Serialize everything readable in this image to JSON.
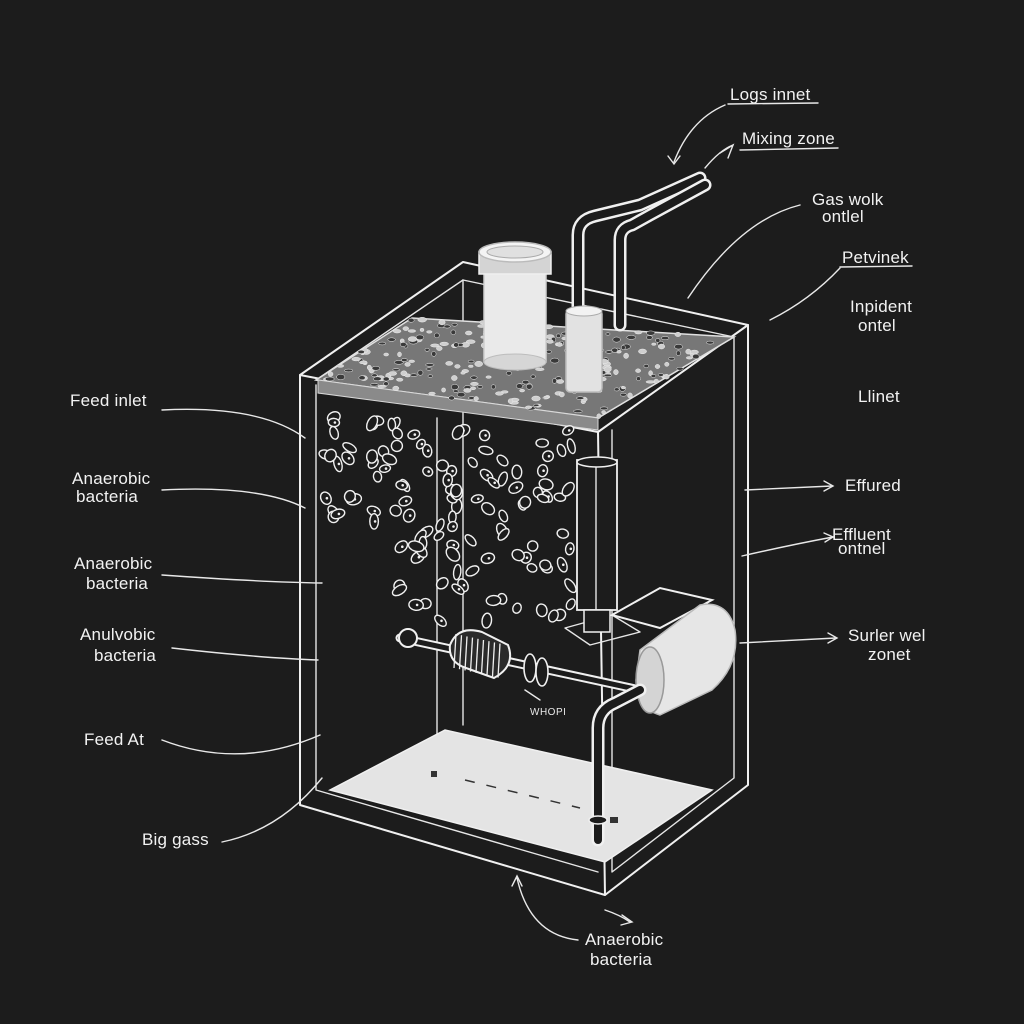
{
  "diagram": {
    "labels": {
      "logs_innet": "Logs innet",
      "mixing_zone": "Mixing zone",
      "gas_wolk_1": "Gas wolk",
      "gas_wolk_2": "ontlel",
      "petvinek": "Petvinek",
      "inpident_1": "Inpident",
      "inpident_2": "ontel",
      "llinet": "Llinet",
      "feed_inlet": "Feed inlet",
      "anaerobic_1a": "Anaerobic",
      "anaerobic_1b": "bacteria",
      "anaerobic_2a": "Anaerobic",
      "anaerobic_2b": "bacteria",
      "anulvobic_a": "Anulvobic",
      "anulvobic_b": "bacteria",
      "feed_at": "Feed At",
      "big_gass": "Big gass",
      "effured": "Effured",
      "effluent_1": "Effluent",
      "effluent_2": "ontnel",
      "surler_1": "Surler wel",
      "surler_2": "zonet",
      "anaerobic_bottom_a": "Anaerobic",
      "anaerobic_bottom_b": "bacteria",
      "motor_tag": "WHOPI"
    },
    "colors": {
      "background": "#1c1c1c",
      "ink": "#f0f0f0",
      "floor": "#e4e4e4"
    }
  }
}
